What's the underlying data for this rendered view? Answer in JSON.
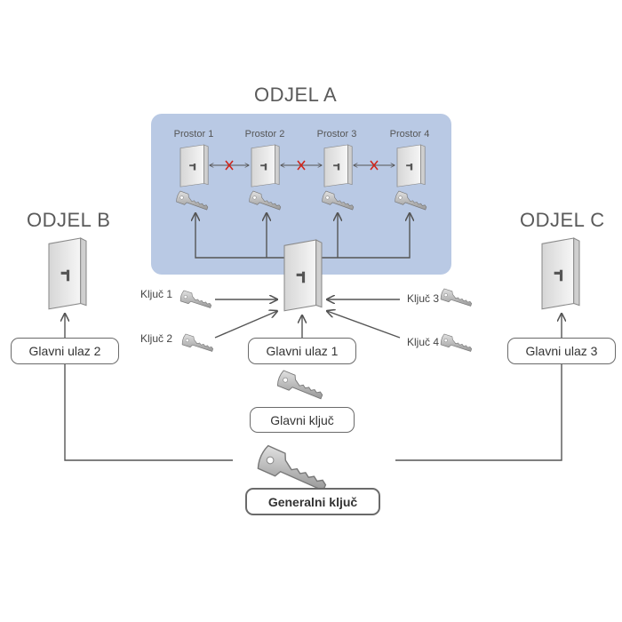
{
  "departments": {
    "a": "ODJEL A",
    "b": "ODJEL B",
    "c": "ODJEL C"
  },
  "rooms": [
    "Prostor 1",
    "Prostor 2",
    "Prostor 3",
    "Prostor 4"
  ],
  "keys": {
    "k1": "Ključ 1",
    "k2": "Ključ 2",
    "k3": "Ključ 3",
    "k4": "Ključ 4"
  },
  "entrances": {
    "main1": "Glavni ulaz 1",
    "main2": "Glavni ulaz 2",
    "main3": "Glavni ulaz 3"
  },
  "master_key": "Glavni ključ",
  "grand_master_key": "Generalni ključ",
  "colors": {
    "dept_a_panel": "#b9c9e4",
    "line": "#666666",
    "no_access_cross": "#d0261c",
    "door": "#eeeeee"
  }
}
